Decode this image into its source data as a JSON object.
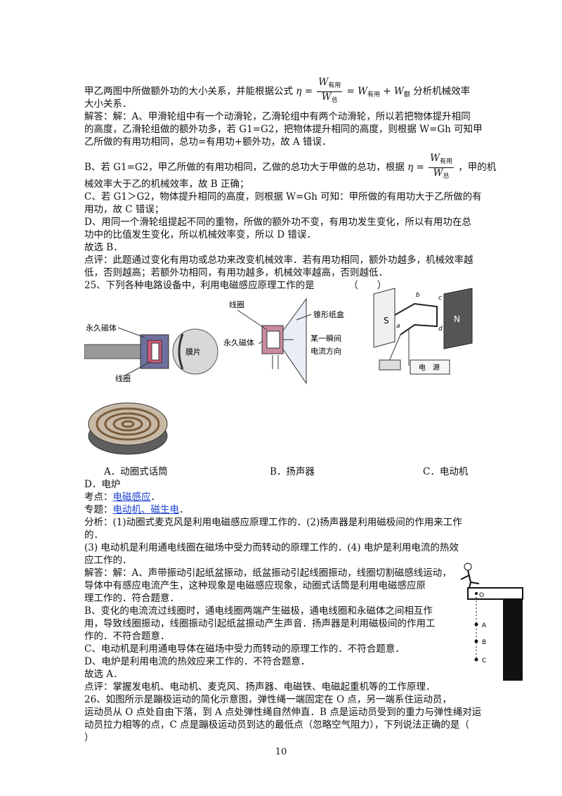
{
  "lines": {
    "l1a": "甲乙两图中所做额外功的大小关系，并能根据公式",
    "l1b": "分析机械效率",
    "l2": "大小关系．",
    "l3": "解答：解：A、甲滑轮组中有一个动滑轮，乙滑轮组中有两个动滑轮，所以若把物体提升相同",
    "l4": "的高度，乙滑轮组做的额外功多，若 G1=G2，把物体提升相同的高度，则根据 W=Gh 可知甲",
    "l5": "乙所做的有用功相同，总功=有用功+额外功，故 A 错误．",
    "l6a": "B、若 G1=G2，甲乙所做的有用功相同，乙做的总功大于甲做的总功，根据",
    "l6b": "，甲的机",
    "l7": "械效率大于乙的机械效率，故 B 正确；",
    "l8": "C、若 G1＞G2，物体提升相同的高度，则根据 W=Gh 可知：甲所做的有用功大于乙所做的有",
    "l9": "用功，故 C 错误；",
    "l10": "D、用同一个滑轮组提起不同的重物，所做的额外功不变，有用功发生变化，所以有用功在总",
    "l11": "功中的比值发生变化，所以机械效率变，所以 D 错误．",
    "l12": "故选 B．",
    "l13": "点评：此题通过变化有用功或总功来改变机械效率．若有用功相同，额外功越多，机械效率越",
    "l14": "低，否则越高；若额外功相同，有用功越多，机械效率越高，否则越低．",
    "l15a": "25、下列各种电路设备中，利用电磁感应原理工作的是",
    "l15b": "（　　）",
    "q1_prefix": "考点：",
    "q1_link": "电磁感应",
    "q1_suffix": "．",
    "q2_prefix": "专题：",
    "q2_link": "电动机、磁生电",
    "q2_suffix": "．",
    "a1": "分析：(1)动圈式麦克风是利用电磁感应原理工作的．(2)扬声器是利用磁极间的作用来工作",
    "a2": "的．",
    "a3": "(3) 电动机是利用通电线圈在磁场中受力而转动的原理工作的．(4) 电炉是利用电流的热效",
    "a4": "应工作的．",
    "s1": "解答：解：A、声带振动引起纸盆振动，纸盆振动引起线圈振动，线圈切割磁感线运动，",
    "s2": "导体中有感应电流产生，这种现象是电磁感应现象，动圈式话筒是利用电磁感应原",
    "s3": "理工作的．符合题意．",
    "s4": "B、变化的电流流过线圈时，通电线圈两端产生磁极，通电线圈和永磁体之间相互作",
    "s5": "用，导致线圈振动，线圈振动引起纸盆振动产生声音．扬声器是利用磁极间的作用工",
    "s6": "作的．不符合题意．",
    "s7": "C、电动机是利用通电导体在磁场中受力而转动的原理工作的．不符合题意．",
    "s8": "D、电炉是利用电流的热效应来工作的．不符合题意．",
    "s9": "故选 A．",
    "p1": "点评：掌握发电机、电动机、麦克风、扬声器、电磁铁、电磁起重机等的工作原理．",
    "n1": "26、如图所示是蹦极运动的简化示意图，弹性绳一端固定在 O 点，另一端系住运动员，",
    "n2": "运动员从 O 点处自由下落，到 A 点处弹性绳自然伸直．B 点是运动员受到的重力与弹性绳对运",
    "n3": "动员拉力相等的点，C 点是蹦极运动员到达的最低点（忽略空气阻力），下列说法正确的是（",
    "n4": "）"
  },
  "formula": {
    "eta": "η",
    "eq": "=",
    "w": "W",
    "useful": "有用",
    "total": "总",
    "plus": "+",
    "extra": "额"
  },
  "options": {
    "a": "A．动圈式话筒",
    "b": "B．扬声器",
    "c": "C．电动机",
    "d": "D．电炉"
  },
  "figures": {
    "mic": {
      "magnet": "永久磁体",
      "coil": "线圈",
      "diaphragm": "膜片"
    },
    "speaker": {
      "coil": "线圈",
      "cone": "锥形纸盒",
      "magnet": "永久磁体",
      "current1": "某一瞬间",
      "current2": "电流方向"
    },
    "motor": {
      "s": "S",
      "n": "N",
      "power": "电　源",
      "b": "b",
      "c": "c",
      "a": "a",
      "d": "d"
    },
    "bungee": {
      "o": "O",
      "a": "A",
      "b": "B",
      "c": "C"
    }
  },
  "page_number": "10"
}
